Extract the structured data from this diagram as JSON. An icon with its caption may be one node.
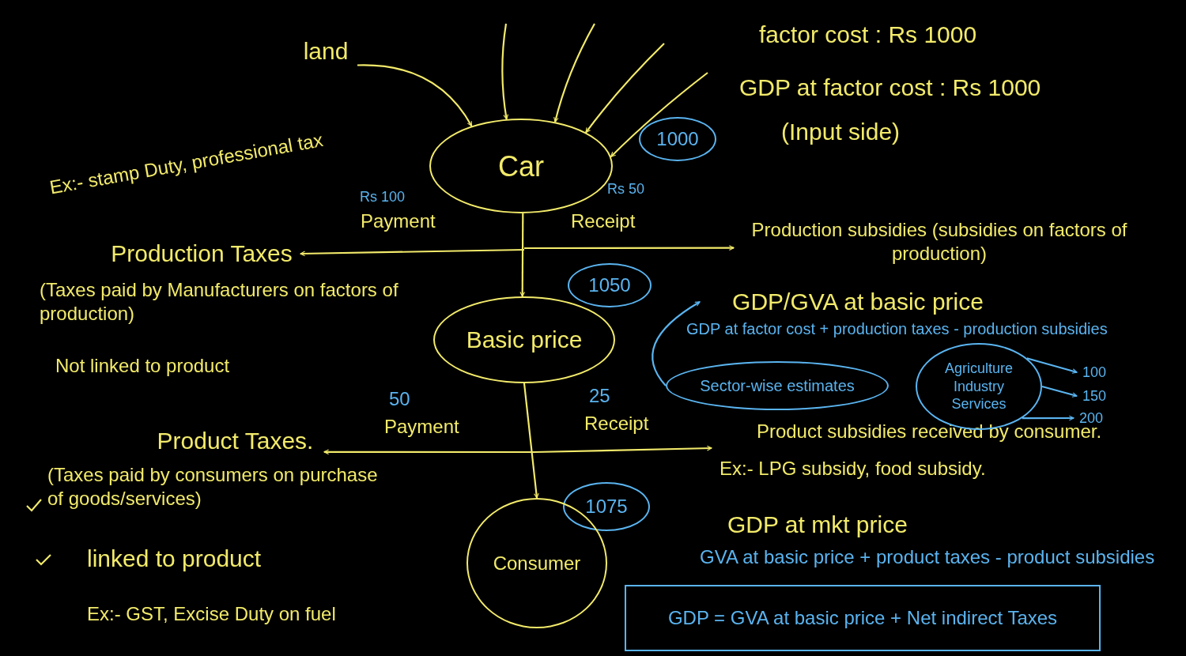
{
  "diagram": {
    "nodes": [
      {
        "text": [
          "land"
        ]
      },
      {
        "text": [
          "1000"
        ]
      },
      {
        "text": [
          "Car"
        ]
      },
      {
        "text": [
          "1050"
        ]
      },
      {
        "text": [
          "Basic price"
        ]
      },
      {
        "text": [
          "1075"
        ]
      },
      {
        "text": [
          "Consumer"
        ]
      },
      {
        "text": [
          "Production Taxes"
        ]
      },
      {
        "text": [
          "Production subsidies (subsidies on factors of production)"
        ]
      },
      {
        "text": [
          "Product Taxes."
        ]
      },
      {
        "text": [
          "Product subsidies received by consumer."
        ]
      },
      {
        "text": [
          "Sector-wise estimates"
        ]
      },
      {
        "text": [
          "GDP/GVA at basic price"
        ]
      },
      {
        "text": [
          "Agriculture",
          "Industry",
          "Services"
        ]
      },
      {
        "text": [
          "100"
        ]
      },
      {
        "text": [
          "150"
        ]
      },
      {
        "text": [
          "200"
        ]
      },
      {
        "text": [
          "GDP = GVA at basic price + Net indirect Taxes"
        ]
      }
    ],
    "edges": [
      {
        "from": 0,
        "to": 2,
        "arrow": "to"
      },
      {
        "from": null,
        "to": 2,
        "arrow": "to"
      },
      {
        "from": null,
        "to": 2,
        "arrow": "to"
      },
      {
        "from": null,
        "to": 2,
        "arrow": "to"
      },
      {
        "from": null,
        "to": 2,
        "arrow": "to"
      },
      {
        "from": 2,
        "to": 4,
        "arrow": "to"
      },
      {
        "from": 4,
        "to": 6,
        "arrow": "to"
      },
      {
        "from": null,
        "to": 7,
        "arrow": "to",
        "label": "Payment"
      },
      {
        "from": null,
        "to": 8,
        "arrow": "to",
        "label": "Receipt"
      },
      {
        "from": null,
        "to": 9,
        "arrow": "to",
        "label": "Payment"
      },
      {
        "from": null,
        "to": 10,
        "arrow": "to",
        "label": "Receipt"
      },
      {
        "from": 11,
        "to": 12,
        "arrow": "to",
        "color": "#5ab4f0"
      },
      {
        "from": 13,
        "to": 14,
        "arrow": "to",
        "color": "#5ab4f0"
      },
      {
        "from": 13,
        "to": 15,
        "arrow": "to",
        "color": "#5ab4f0"
      },
      {
        "from": 13,
        "to": 16,
        "arrow": "to",
        "color": "#5ab4f0"
      }
    ],
    "labels": [
      "factor cost : Rs 1000",
      "GDP at factor cost : Rs 1000",
      "(Input side)",
      "Ex:- stamp Duty, professional tax",
      "Rs 100",
      "Rs 50",
      "(Taxes paid by Manufacturers on factors of production)",
      "Not linked to product",
      "GDP at factor cost + production taxes - production subsidies",
      "50",
      "25",
      "(Taxes paid by consumers on purchase of goods/services)",
      "Ex:- LPG subsidy, food subsidy.",
      "GDP at mkt price",
      "linked to product",
      "GVA at basic price + product taxes - product subsidies",
      "Ex:- GST, Excise Duty on fuel"
    ]
  }
}
